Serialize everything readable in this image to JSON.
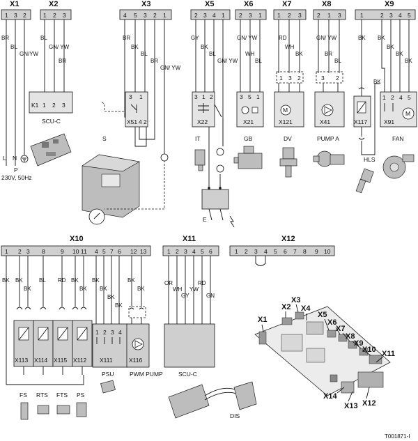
{
  "connectors": [
    {
      "id": "x1",
      "name": "X1",
      "pins": [
        "1",
        "3",
        "2"
      ]
    },
    {
      "id": "x2",
      "name": "X2",
      "pins": [
        "1",
        "2",
        "3"
      ]
    },
    {
      "id": "x3",
      "name": "X3",
      "pins": [
        "4",
        "5",
        "3",
        "2",
        "1"
      ]
    },
    {
      "id": "x5",
      "name": "X5",
      "pins": [
        "2",
        "3",
        "4",
        "1"
      ]
    },
    {
      "id": "x6",
      "name": "X6",
      "pins": [
        "2",
        "3",
        "1"
      ]
    },
    {
      "id": "x7",
      "name": "X7",
      "pins": [
        "1",
        "2",
        "3"
      ]
    },
    {
      "id": "x8",
      "name": "X8",
      "pins": [
        "2",
        "1",
        "3"
      ]
    },
    {
      "id": "x9",
      "name": "X9",
      "pins": [
        "1",
        "2",
        "3",
        "4",
        "5"
      ]
    },
    {
      "id": "x10",
      "name": "X10",
      "pins": [
        "1",
        "2",
        "3",
        "8",
        "9",
        "10",
        "11",
        "4",
        "5",
        "7",
        "6",
        "12",
        "13"
      ]
    },
    {
      "id": "x11",
      "name": "X11",
      "pins": [
        "1",
        "2",
        "3",
        "4",
        "5",
        "6"
      ]
    },
    {
      "id": "x12",
      "name": "X12",
      "pins": [
        "1",
        "2",
        "3",
        "4",
        "5",
        "6",
        "7",
        "8",
        "9",
        "10"
      ]
    }
  ],
  "wires": {
    "x1": [
      "BR",
      "BL",
      "GN/YW"
    ],
    "x2": [
      "BL",
      "GN/ YW",
      "BR"
    ],
    "x3": [
      "BR",
      "BK",
      "BL",
      "BR",
      "GN/ YW"
    ],
    "x5": [
      "GY",
      "BK",
      "BL",
      "GN/ YW"
    ],
    "x6": [
      "GN/ YW",
      "WH",
      "BL"
    ],
    "x7": [
      "RD",
      "WH",
      "BK"
    ],
    "x8": [
      "GN/ YW",
      "BR",
      "BL"
    ],
    "x9": [
      "BK",
      "BK",
      "BK",
      "BK",
      "BK",
      "BK"
    ],
    "x10": [
      "BK",
      "BK",
      "BK",
      "BL",
      "RD",
      "BK",
      "BK",
      "BK",
      "BK",
      "BK",
      "BK",
      "BK",
      "BK"
    ],
    "x11": [
      "OR",
      "WH",
      "GY",
      "YW",
      "RD",
      "GN"
    ]
  },
  "components": {
    "k1": {
      "label": "K1",
      "pins": [
        "1",
        "2",
        "3"
      ]
    },
    "x51": {
      "label": "X51",
      "pins": [
        "3",
        "1",
        "4",
        "2"
      ]
    },
    "x22": {
      "label": "X22",
      "pins": [
        "3",
        "1",
        "2"
      ]
    },
    "x21": {
      "label": "X21",
      "pins": [
        "3",
        "5",
        "1"
      ]
    },
    "x121": {
      "label": "X121",
      "pins": [
        "1",
        "3",
        "2"
      ]
    },
    "x41": {
      "label": "X41",
      "pins": [
        "3",
        "2"
      ]
    },
    "x117": {
      "label": "X117"
    },
    "x91": {
      "label": "X91",
      "pins": [
        "1",
        "2",
        "4",
        "5"
      ]
    },
    "x113": {
      "label": "X113"
    },
    "x114": {
      "label": "X114"
    },
    "x115": {
      "label": "X115"
    },
    "x112": {
      "label": "X112"
    },
    "x111": {
      "label": "X111",
      "pins": [
        "1",
        "2",
        "3",
        "4"
      ]
    },
    "x116": {
      "label": "X116"
    }
  },
  "device_labels": {
    "l": "L",
    "n": "N",
    "p": "P",
    "mains": "230V, 50Hz",
    "scuc_top": "SCU-C",
    "s": "S",
    "it": "IT",
    "gb": "GB",
    "dv": "DV",
    "pump_a": "PUMP A",
    "fan": "FAN",
    "hls": "HLS",
    "e": "E",
    "fs": "FS",
    "rts": "RTS",
    "fts": "FTS",
    "ps": "PS",
    "psu": "PSU",
    "pwm_pump": "PWM PUMP",
    "scuc_bottom": "SCU-C",
    "dis": "DIS"
  },
  "board_labels": [
    "X1",
    "X2",
    "X3",
    "X4",
    "X5",
    "X6",
    "X7",
    "X8",
    "X9",
    "X10",
    "X11",
    "X12",
    "X13",
    "X14"
  ],
  "reference": "T001871-I"
}
